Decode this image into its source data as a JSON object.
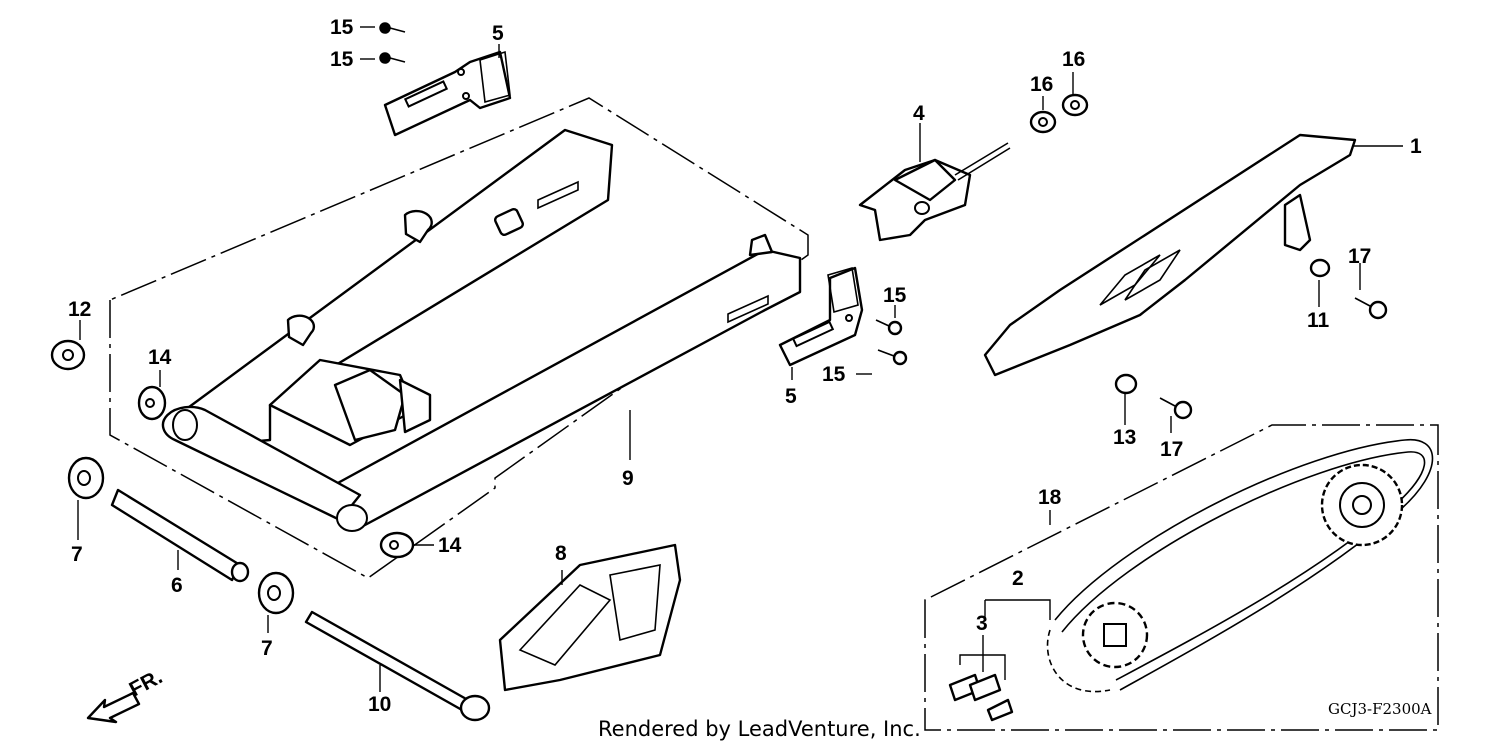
{
  "callouts": {
    "c1": "1",
    "c2": "2",
    "c3": "3",
    "c4": "4",
    "c5a": "5",
    "c5b": "5",
    "c6": "6",
    "c7a": "7",
    "c7b": "7",
    "c8": "8",
    "c9": "9",
    "c10": "10",
    "c11": "11",
    "c12": "12",
    "c13": "13",
    "c14a": "14",
    "c14b": "14",
    "c15a": "15",
    "c15b": "15",
    "c15c": "15",
    "c15d": "15",
    "c16a": "16",
    "c16b": "16",
    "c17a": "17",
    "c17b": "17",
    "c18": "18"
  },
  "direction_label": "FR.",
  "credit": "Rendered by LeadVenture, Inc.",
  "diagram_code": "GCJ3-F2300A"
}
